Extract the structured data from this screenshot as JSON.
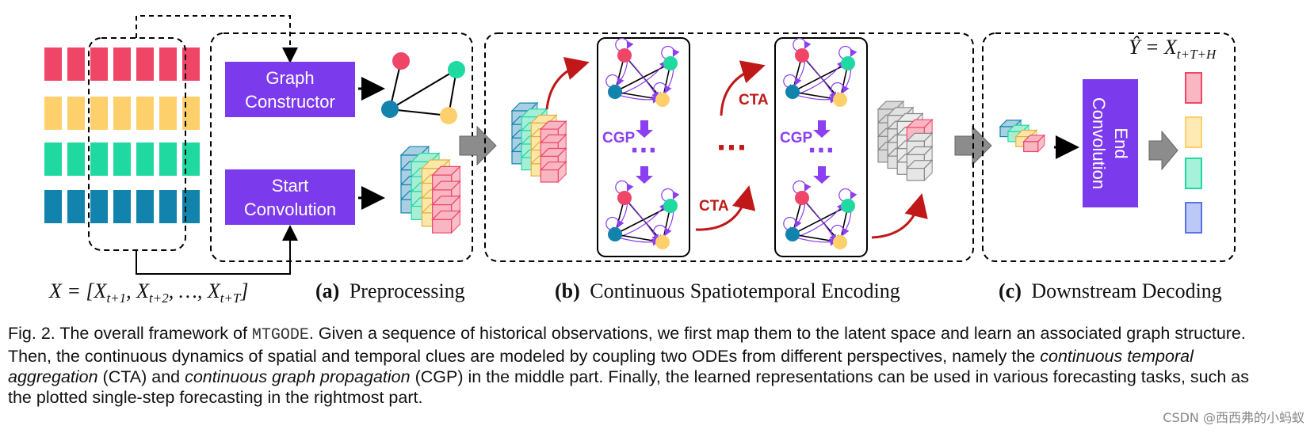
{
  "diagram": {
    "graph_constructor_label": [
      "Graph",
      "Constructor"
    ],
    "start_convolution_label": [
      "Start",
      "Convolution"
    ],
    "end_convolution_label": [
      "End",
      "Convolution"
    ],
    "input_formula": "X = [X_{t+1}, X_{t+2}, …, X_{t+T}]",
    "output_formula": "Ŷ = X_{t+T+H}",
    "section_a": {
      "tag": "(a)",
      "title": "Preprocessing"
    },
    "section_b": {
      "tag": "(b)",
      "title": "Continuous Spatiotemporal Encoding"
    },
    "section_c": {
      "tag": "(c)",
      "title": "Downstream Decoding"
    },
    "cta_label": "CTA",
    "cgp_label": "CGP",
    "colors": {
      "purple_box": "#7c3aed",
      "row_red": "#ef4667",
      "row_yellow": "#fdd06b",
      "row_green": "#1fd9a0",
      "row_blue": "#1283ad",
      "cta_red": "#c01818",
      "cgp_purple": "#8b3ff0",
      "arrow_gray": "#8c8c8c"
    }
  },
  "caption": {
    "prefix": "Fig. 2. The overall framework of ",
    "method": "MTGODE",
    "part1": ". Given a sequence of historical observations, we first map them to the latent space and learn an associated graph structure. Then, the continuous dynamics of spatial and temporal clues are modeled by coupling two ODEs from different perspectives, namely the ",
    "cta_term": "continuous temporal aggregation",
    "part2": " (CTA) and ",
    "cgp_term": "continuous graph propagation",
    "part3": " (CGP) in the middle part. Finally, the learned representations can be used in various forecasting tasks, such as the plotted single-step forecasting in the rightmost part."
  },
  "watermark": "CSDN @西西弗的小蚂蚁"
}
